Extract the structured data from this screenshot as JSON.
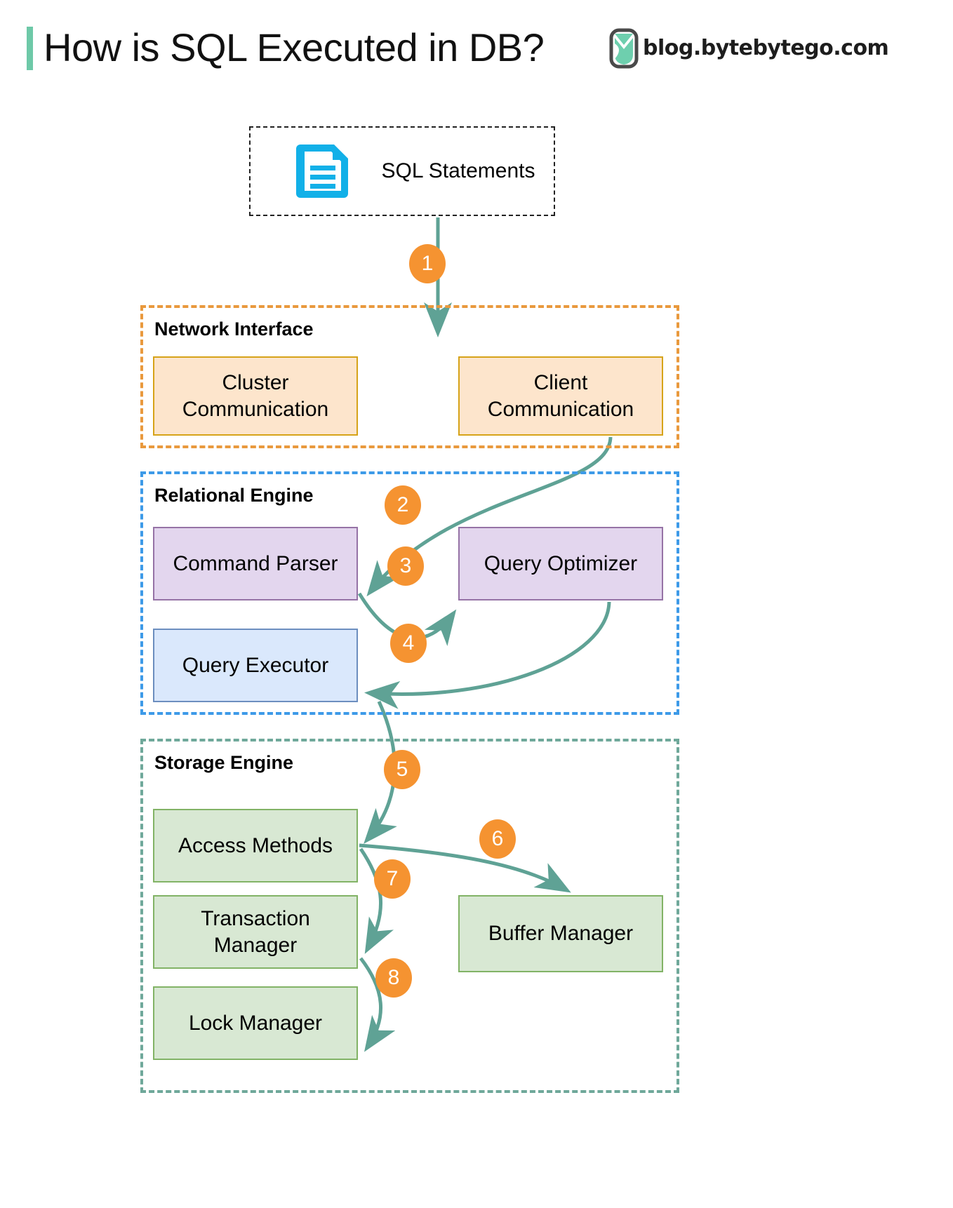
{
  "header": {
    "title": "How is SQL Executed in DB?",
    "accent_color": "#6ec9a8",
    "brand_text": "blog.bytebytego.com",
    "brand_logo_icon": "bytebytego-logo-icon"
  },
  "diagram": {
    "type": "flowchart",
    "input": {
      "label": "SQL Statements",
      "icon": "document-icon",
      "icon_color": "#12b0e8",
      "border_style": "dashed",
      "border_color": "#222222"
    },
    "groups": [
      {
        "id": "network-interface",
        "title": "Network Interface",
        "border_color": "#e9993d",
        "border_style": "dashed",
        "nodes": [
          {
            "id": "cluster-communication",
            "label": "Cluster\nCommunication",
            "line1": "Cluster",
            "line2": "Communication",
            "fill": "#fde5cc",
            "stroke": "#d6a319"
          },
          {
            "id": "client-communication",
            "label": "Client\nCommunication",
            "line1": "Client",
            "line2": "Communication",
            "fill": "#fde5cc",
            "stroke": "#d6a319"
          }
        ]
      },
      {
        "id": "relational-engine",
        "title": "Relational Engine",
        "border_color": "#3d9ae8",
        "border_style": "dashed",
        "nodes": [
          {
            "id": "command-parser",
            "label": "Command Parser",
            "fill": "#e3d6ee",
            "stroke": "#9673a6"
          },
          {
            "id": "query-optimizer",
            "label": "Query Optimizer",
            "fill": "#e3d6ee",
            "stroke": "#9673a6"
          },
          {
            "id": "query-executor",
            "label": "Query Executor",
            "fill": "#dae8fc",
            "stroke": "#6c8ebf"
          }
        ]
      },
      {
        "id": "storage-engine",
        "title": "Storage Engine",
        "border_color": "#6fa89a",
        "border_style": "dashed",
        "nodes": [
          {
            "id": "access-methods",
            "label": "Access Methods",
            "fill": "#d8e8d3",
            "stroke": "#82b366"
          },
          {
            "id": "transaction-manager",
            "label": "Transaction\nManager",
            "line1": "Transaction",
            "line2": "Manager",
            "fill": "#d8e8d3",
            "stroke": "#82b366"
          },
          {
            "id": "lock-manager",
            "label": "Lock Manager",
            "fill": "#d8e8d3",
            "stroke": "#82b366"
          },
          {
            "id": "buffer-manager",
            "label": "Buffer Manager",
            "fill": "#d8e8d3",
            "stroke": "#82b366"
          }
        ]
      }
    ],
    "arrow_color": "#5fa295",
    "badge_color": "#f59331",
    "steps": [
      {
        "n": "1",
        "from": "sql-statements",
        "to": "network-interface"
      },
      {
        "n": "2",
        "from": "client-communication",
        "to": "command-parser"
      },
      {
        "n": "3",
        "from": "command-parser",
        "to": "query-optimizer"
      },
      {
        "n": "4",
        "from": "query-optimizer",
        "to": "query-executor"
      },
      {
        "n": "5",
        "from": "query-executor",
        "to": "access-methods"
      },
      {
        "n": "6",
        "from": "access-methods",
        "to": "buffer-manager"
      },
      {
        "n": "7",
        "from": "access-methods",
        "to": "transaction-manager"
      },
      {
        "n": "8",
        "from": "transaction-manager",
        "to": "lock-manager"
      }
    ]
  }
}
